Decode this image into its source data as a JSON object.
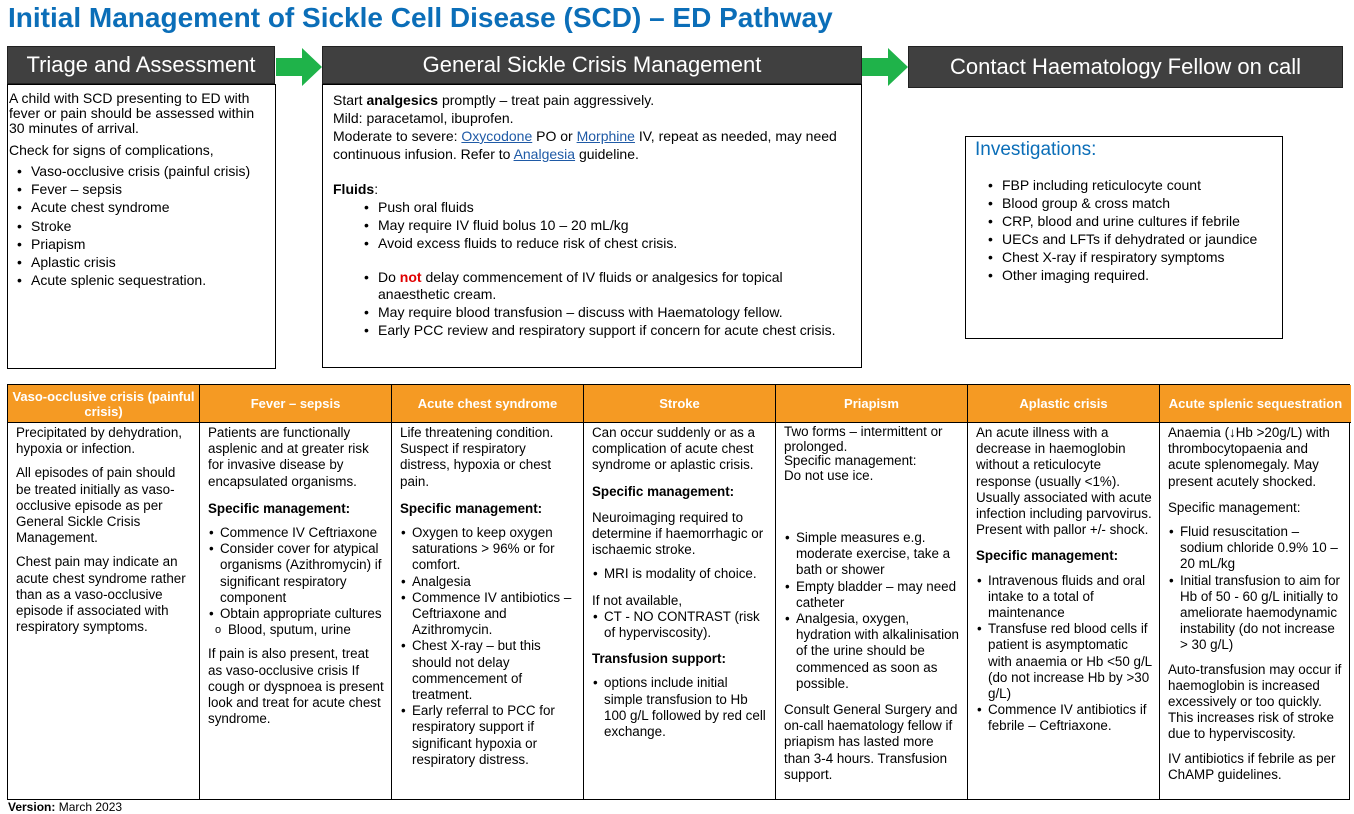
{
  "title": "Initial Management of Sickle Cell Disease (SCD) – ED Pathway",
  "colors": {
    "title": "#0b6eb8",
    "header_bg": "#404040",
    "arrow": "#1fb34a",
    "table_header": "#f59a23",
    "link": "#1f5aa6",
    "alert": "#e00000"
  },
  "triage": {
    "header": "Triage and Assessment",
    "intro": "A child with SCD presenting to ED with fever or pain should be assessed within 30 minutes of arrival.",
    "check": "Check for signs of complications,",
    "items": [
      "Vaso-occlusive crisis (painful crisis)",
      "Fever – sepsis",
      "Acute chest syndrome",
      "Stroke",
      "Priapism",
      "Aplastic crisis",
      "Acute splenic sequestration."
    ]
  },
  "general": {
    "header": "General Sickle Crisis Management",
    "start_pre": "Start ",
    "start_bold": "analgesics",
    "start_post": " promptly – treat pain aggressively.",
    "mild": "Mild: paracetamol, ibuprofen.",
    "mod_pre": "Moderate to severe: ",
    "oxycodone": "Oxycodone",
    "mod_mid1": " PO or ",
    "morphine": "Morphine",
    "mod_mid2": " IV, repeat as needed, may need continuous infusion. Refer to ",
    "analgesia": "Analgesia",
    "mod_post": " guideline.",
    "fluids_label": "Fluids",
    "fluids_colon": ":",
    "fluids": [
      "Push oral fluids",
      "May require IV fluid bolus 10 – 20 mL/kg",
      "Avoid excess fluids to reduce risk of chest crisis."
    ],
    "do": "Do ",
    "not": "not",
    "delay": " delay commencement of IV fluids or analgesics for topical anaesthetic cream.",
    "more": [
      "May require blood transfusion – discuss with Haematology fellow.",
      "Early PCC review and respiratory support if concern for acute chest crisis."
    ]
  },
  "contact": {
    "header": "Contact Haematology Fellow on call"
  },
  "investigations": {
    "title": "Investigations:",
    "items": [
      "FBP including reticulocyte count",
      "Blood group & cross match",
      "CRP, blood and urine cultures if febrile",
      "UECs and LFTs if dehydrated or jaundice",
      "Chest X-ray if respiratory symptoms",
      "Other imaging required."
    ]
  },
  "columns": {
    "voc": {
      "header": "Vaso-occlusive crisis (painful crisis)",
      "p1": "Precipitated by dehydration, hypoxia or infection.",
      "p2": "All episodes of pain should be treated initially as vaso-occlusive episode as per General Sickle Crisis Management.",
      "p3": "Chest pain may indicate an acute chest syndrome rather than as a vaso-occlusive episode if associated with respiratory symptoms."
    },
    "fever": {
      "header": "Fever – sepsis",
      "p1": "Patients are functionally asplenic and at greater risk for invasive disease by encapsulated organisms.",
      "sm": "Specific management:",
      "items": [
        "Commence IV Ceftriaxone",
        "Consider cover for atypical organisms (Azithromycin) if significant respiratory component",
        "Obtain appropriate cultures"
      ],
      "sub": "Blood, sputum, urine",
      "p2": "If pain is also present, treat as vaso-occlusive crisis If cough or dyspnoea is present look and treat for acute chest syndrome."
    },
    "acs": {
      "header": "Acute chest syndrome",
      "p1": "Life threatening condition. Suspect if respiratory distress, hypoxia or chest pain.",
      "sm": "Specific management:",
      "items": [
        "Oxygen to keep oxygen saturations > 96% or for comfort.",
        "Analgesia",
        "Commence IV antibiotics – Ceftriaxone and Azithromycin.",
        "Chest X-ray – but this should not delay commencement of treatment.",
        "Early referral to PCC for respiratory support if significant hypoxia or respiratory distress."
      ]
    },
    "stroke": {
      "header": "Stroke",
      "p1": "Can occur suddenly or as a complication of acute chest syndrome or aplastic crisis.",
      "sm": "Specific management:",
      "p2": "Neuroimaging required to determine if haemorrhagic or ischaemic stroke.",
      "i1": "MRI is modality of choice.",
      "p3": "If not available,",
      "i2": "CT - NO CONTRAST (risk of hyperviscosity).",
      "ts": "Transfusion support:",
      "i3": "options include initial simple transfusion to Hb 100 g/L followed by red cell exchange."
    },
    "priapism": {
      "header": "Priapism",
      "p1": "Two forms – intermittent or prolonged.",
      "p2": "Specific management:",
      "p3": "Do not use ice.",
      "items": [
        "Simple measures e.g. moderate exercise, take a bath or shower",
        "Empty bladder – may need catheter",
        "Analgesia, oxygen, hydration with alkalinisation of the urine should be commenced as soon as possible."
      ],
      "p4": "Consult General Surgery and on-call haematology fellow if priapism has lasted more than 3-4 hours. Transfusion support."
    },
    "aplastic": {
      "header": "Aplastic crisis",
      "p1": "An acute illness with a decrease in haemoglobin without a reticulocyte response (usually <1%). Usually associated with acute infection including parvovirus. Present with pallor +/- shock.",
      "sm": "Specific management:",
      "items": [
        "Intravenous fluids and oral intake to a total of maintenance",
        "Transfuse red blood cells if patient is asymptomatic with anaemia or Hb <50 g/L (do not increase Hb by >30 g/L)",
        "Commence IV antibiotics if febrile – Ceftriaxone."
      ]
    },
    "splenic": {
      "header": "Acute splenic sequestration",
      "p1": "Anaemia (↓Hb >20g/L) with thrombocytopaenia and acute splenomegaly. May present acutely shocked.",
      "sm": "Specific management:",
      "items": [
        "Fluid resuscitation – sodium chloride 0.9% 10 – 20 mL/kg",
        "Initial transfusion to aim for Hb of 50 - 60 g/L initially to ameliorate haemodynamic instability (do not increase > 30 g/L)"
      ],
      "p2": "Auto-transfusion may occur if haemoglobin is increased excessively or too quickly. This increases risk of stroke due to hyperviscosity.",
      "p3": "IV antibiotics if febrile as per ChAMP guidelines."
    }
  },
  "version": {
    "label": "Version:",
    "value": " March 2023"
  }
}
